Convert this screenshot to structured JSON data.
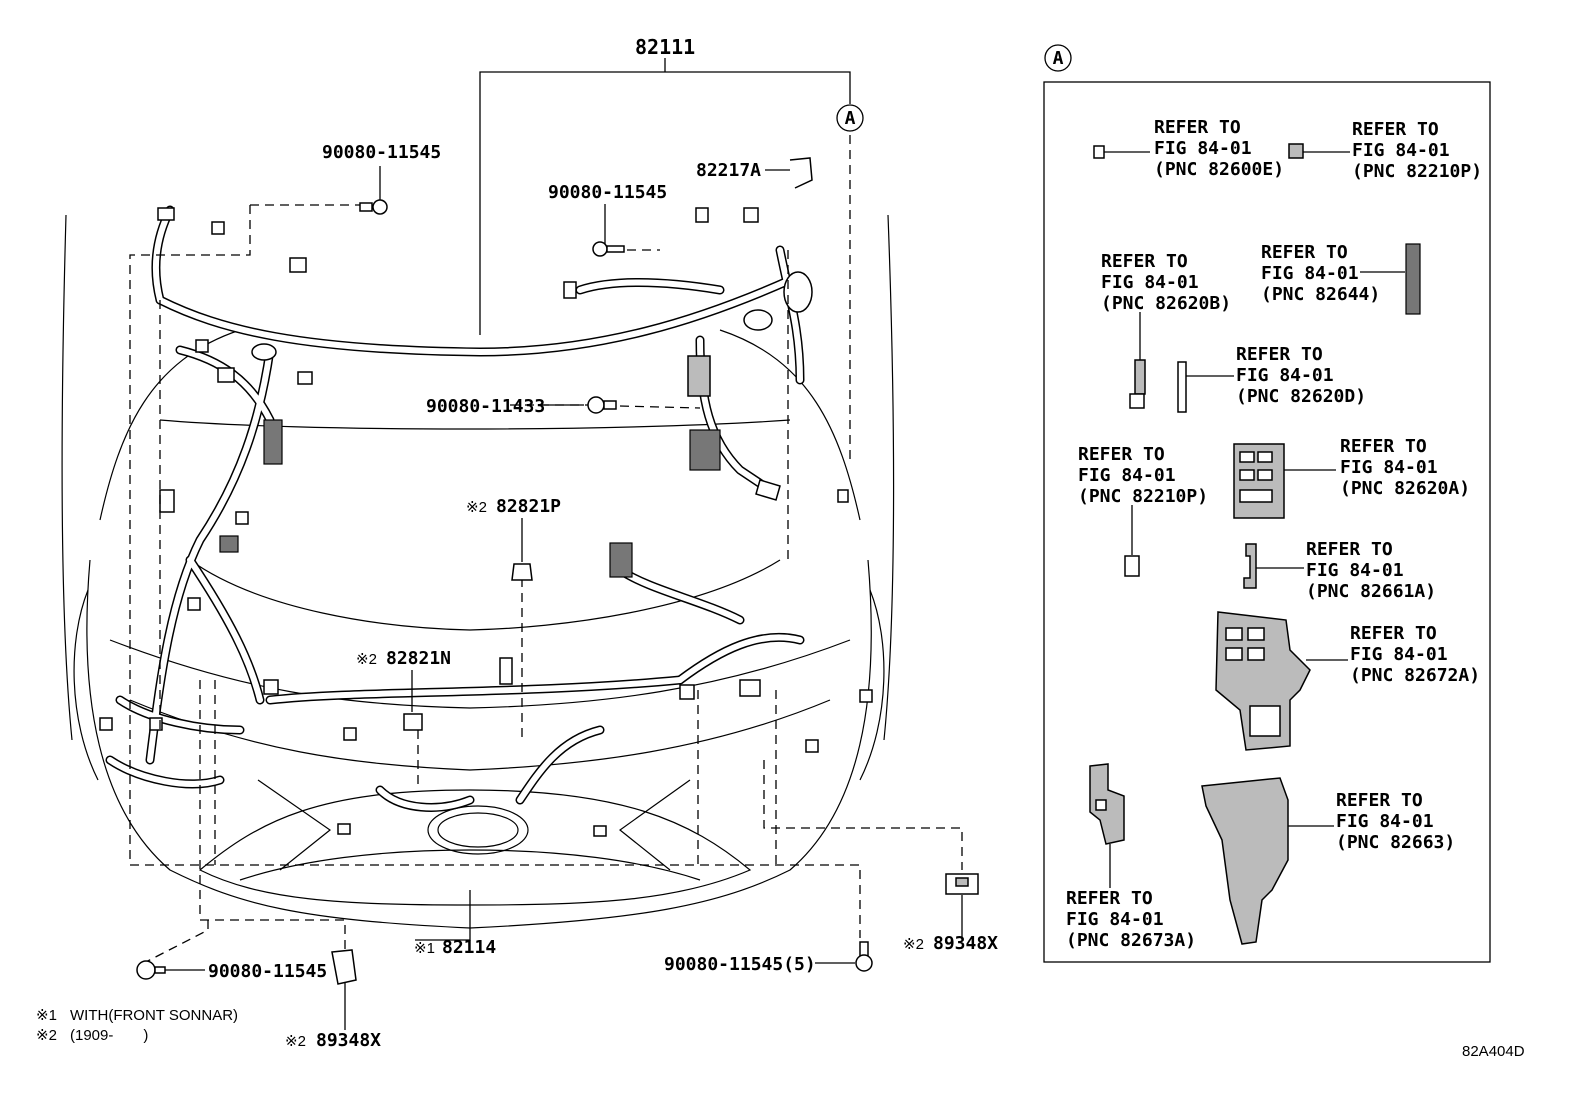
{
  "main_assembly": {
    "harness_pn": "82111",
    "callout_a": "A",
    "parts": {
      "p82217a": "82217A",
      "bolt_top_left": "90080-11545",
      "bolt_top_mid": "90080-11545",
      "bolt_mid": "90080-11433",
      "p82821p_mark": "※2",
      "p82821p": "82821P",
      "p82821n_mark": "※2",
      "p82821n": "82821N",
      "p82114_mark": "※1",
      "p82114": "82114",
      "bolt_bottom_left": "90080-11545",
      "bolt_bottom_right": "90080-11545(5)",
      "clamp_bottom_mark": "※2",
      "clamp_bottom": "89348X",
      "clamp_right_mark": "※2",
      "clamp_right": "89348X"
    }
  },
  "notes": {
    "note1_mark": "※1",
    "note1": "WITH(FRONT SONNAR)",
    "note2_mark": "※2",
    "note2": "(1909-　　)"
  },
  "detail_a": {
    "marker": "A",
    "refer_to": "REFER TO",
    "fig": "FIG 84-01",
    "pnc": {
      "r1": "(PNC 82600E)",
      "r2": "(PNC 82210P)",
      "r3": "(PNC 82620B)",
      "r4": "(PNC 82644)",
      "r5": "(PNC 82620D)",
      "r6": "(PNC 82210P)",
      "r7": "(PNC 82620A)",
      "r8": "(PNC 82661A)",
      "r9": "(PNC 82672A)",
      "r10": "(PNC 82673A)",
      "r11": "(PNC 82663)"
    }
  },
  "diagram_code": "82A404D"
}
